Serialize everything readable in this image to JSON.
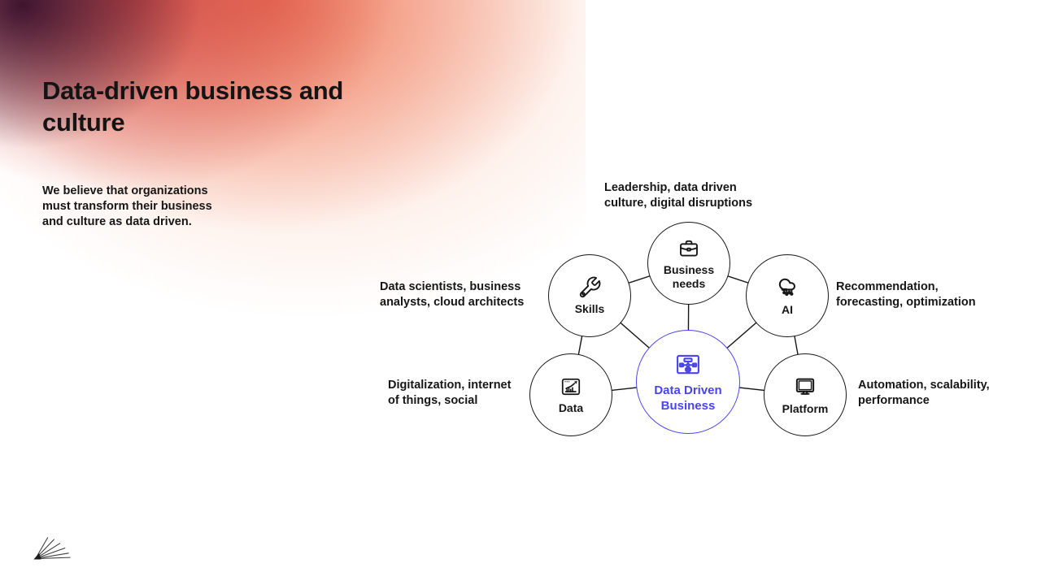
{
  "slide": {
    "title": "Data-driven business and\nculture",
    "subtitle": "We believe that organizations\nmust transform their business\nand culture as data driven."
  },
  "diagram": {
    "center": {
      "label": "Data Driven\nBusiness",
      "icon": "workflow-gear-icon"
    },
    "nodes": [
      {
        "id": "business-needs",
        "label": "Business\nneeds",
        "icon": "briefcase-icon",
        "annotation": "Leadership, data driven\nculture, digital disruptions"
      },
      {
        "id": "skills",
        "label": "Skills",
        "icon": "wrench-icon",
        "annotation": "Data scientists, business\nanalysts, cloud architects"
      },
      {
        "id": "ai",
        "label": "AI",
        "icon": "cloud-ai-icon",
        "annotation": "Recommendation,\nforecasting, optimization"
      },
      {
        "id": "data",
        "label": "Data",
        "icon": "bar-chart-icon",
        "annotation": "Digitalization, internet\nof things, social"
      },
      {
        "id": "platform",
        "label": "Platform",
        "icon": "monitor-icon",
        "annotation": "Automation, scalability,\nperformance"
      }
    ]
  },
  "colors": {
    "accent_blue": "#4a44f0",
    "ink": "#161616",
    "gradient_dark_corner": "#380f2c",
    "gradient_red": "#cd403e",
    "gradient_orange": "#ee7050"
  }
}
